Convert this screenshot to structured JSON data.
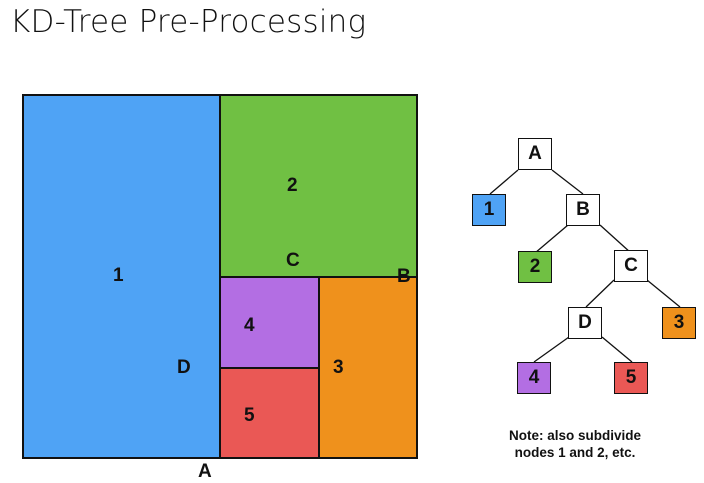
{
  "title": "KD-Tree Pre-Processing",
  "partition": {
    "region_1": "1",
    "region_2": "2",
    "region_3": "3",
    "region_4": "4",
    "region_5": "5",
    "split_A": "A",
    "split_B": "B",
    "split_C": "C",
    "split_D": "D"
  },
  "tree": {
    "A": "A",
    "B": "B",
    "C": "C",
    "D": "D",
    "leaf_1": "1",
    "leaf_2": "2",
    "leaf_3": "3",
    "leaf_4": "4",
    "leaf_5": "5"
  },
  "note": "Note: also subdivide nodes 1 and 2, etc.",
  "colors": {
    "region_1": "#4fa3f5",
    "region_2": "#70c043",
    "region_3": "#ef911c",
    "region_4": "#b36ee3",
    "region_5": "#ea5855"
  }
}
